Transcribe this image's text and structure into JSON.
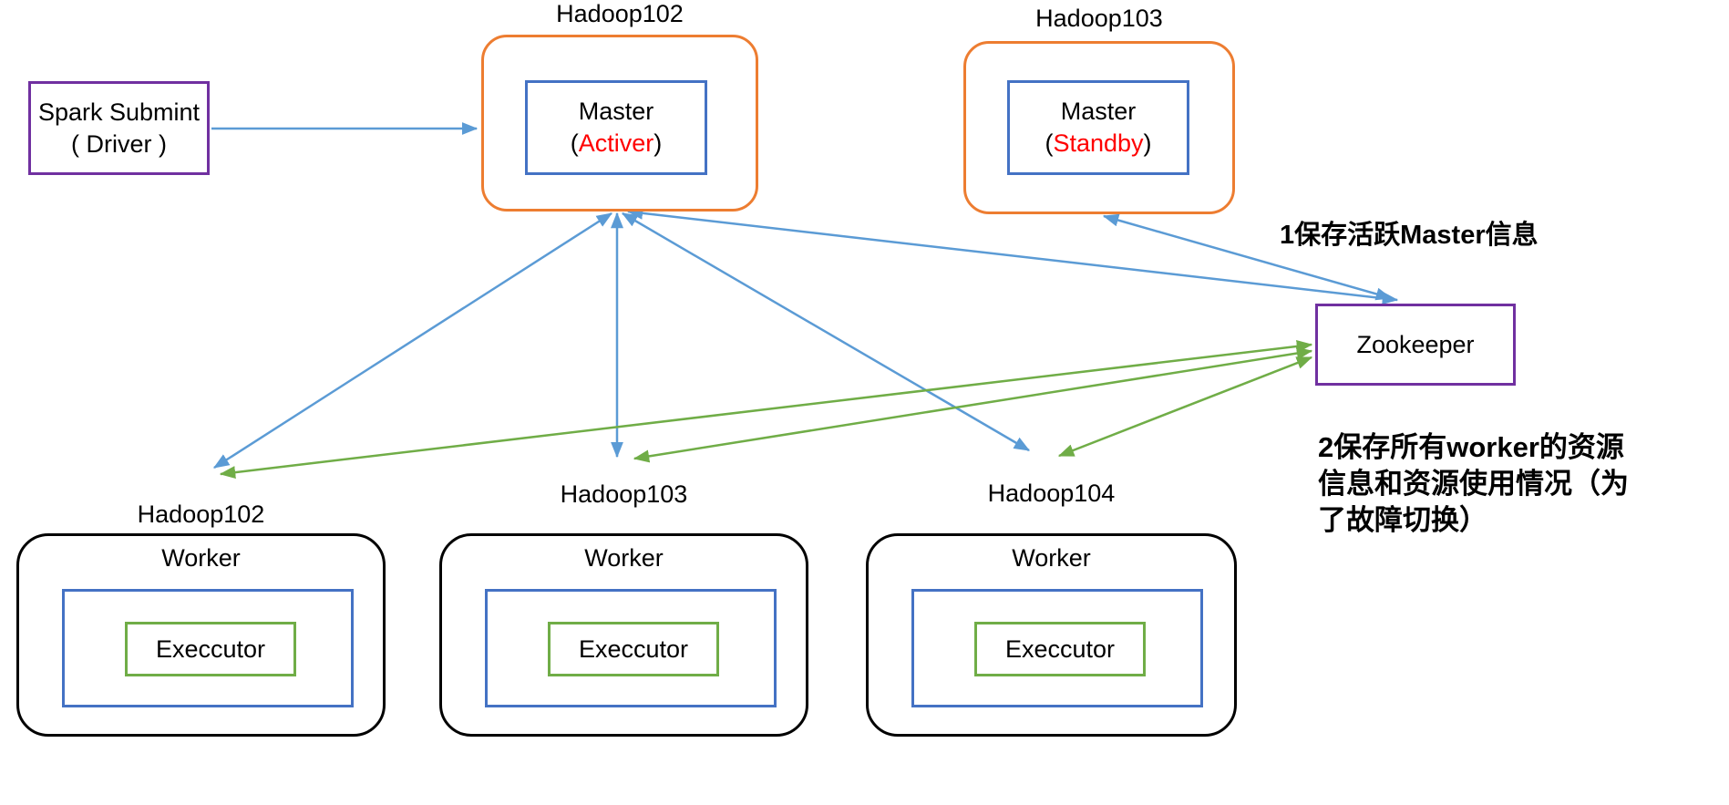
{
  "colors": {
    "arrow_blue": "#5B9BD5",
    "arrow_green": "#70AD47",
    "box_blue": "#4472C4",
    "box_orange": "#ED7D31",
    "box_purple": "#7030A0",
    "box_green": "#70AD47",
    "box_black": "#000000",
    "status_red": "#FF0000"
  },
  "punctuation": {
    "open_paren": "(",
    "close_paren": ")"
  },
  "spark_driver": {
    "line1": "Spark Submint",
    "line2": "( Driver )"
  },
  "masters": [
    {
      "host_label": "Hadoop102",
      "name": "Master",
      "status": "Activer"
    },
    {
      "host_label": "Hadoop103",
      "name": "Master",
      "status": "Standby"
    }
  ],
  "zookeeper": {
    "label": "Zookeeper"
  },
  "workers": [
    {
      "host_label": "Hadoop102",
      "title": "Worker",
      "executor_label": "Execcutor"
    },
    {
      "host_label": "Hadoop103",
      "title": "Worker",
      "executor_label": "Execcutor"
    },
    {
      "host_label": "Hadoop104",
      "title": "Worker",
      "executor_label": "Execcutor"
    }
  ],
  "annotations": {
    "note1": "1保存活跃Master信息",
    "note2_lines": [
      "2保存所有worker的资源",
      "信息和资源使用情况（为",
      "了故障切换）"
    ]
  },
  "edges": [
    {
      "from": "spark-driver",
      "to": "master-active",
      "color": "blue",
      "arrows": "end"
    },
    {
      "from": "master-active",
      "to": "worker-hadoop102",
      "color": "blue",
      "arrows": "both"
    },
    {
      "from": "master-active",
      "to": "worker-hadoop103",
      "color": "blue",
      "arrows": "both"
    },
    {
      "from": "master-active",
      "to": "worker-hadoop104",
      "color": "blue",
      "arrows": "both"
    },
    {
      "from": "master-active",
      "to": "zookeeper",
      "color": "blue",
      "arrows": "both"
    },
    {
      "from": "master-standby",
      "to": "zookeeper",
      "color": "blue",
      "arrows": "both"
    },
    {
      "from": "worker-hadoop102",
      "to": "zookeeper",
      "color": "green",
      "arrows": "both"
    },
    {
      "from": "worker-hadoop103",
      "to": "zookeeper",
      "color": "green",
      "arrows": "both"
    },
    {
      "from": "worker-hadoop104",
      "to": "zookeeper",
      "color": "green",
      "arrows": "both"
    }
  ]
}
